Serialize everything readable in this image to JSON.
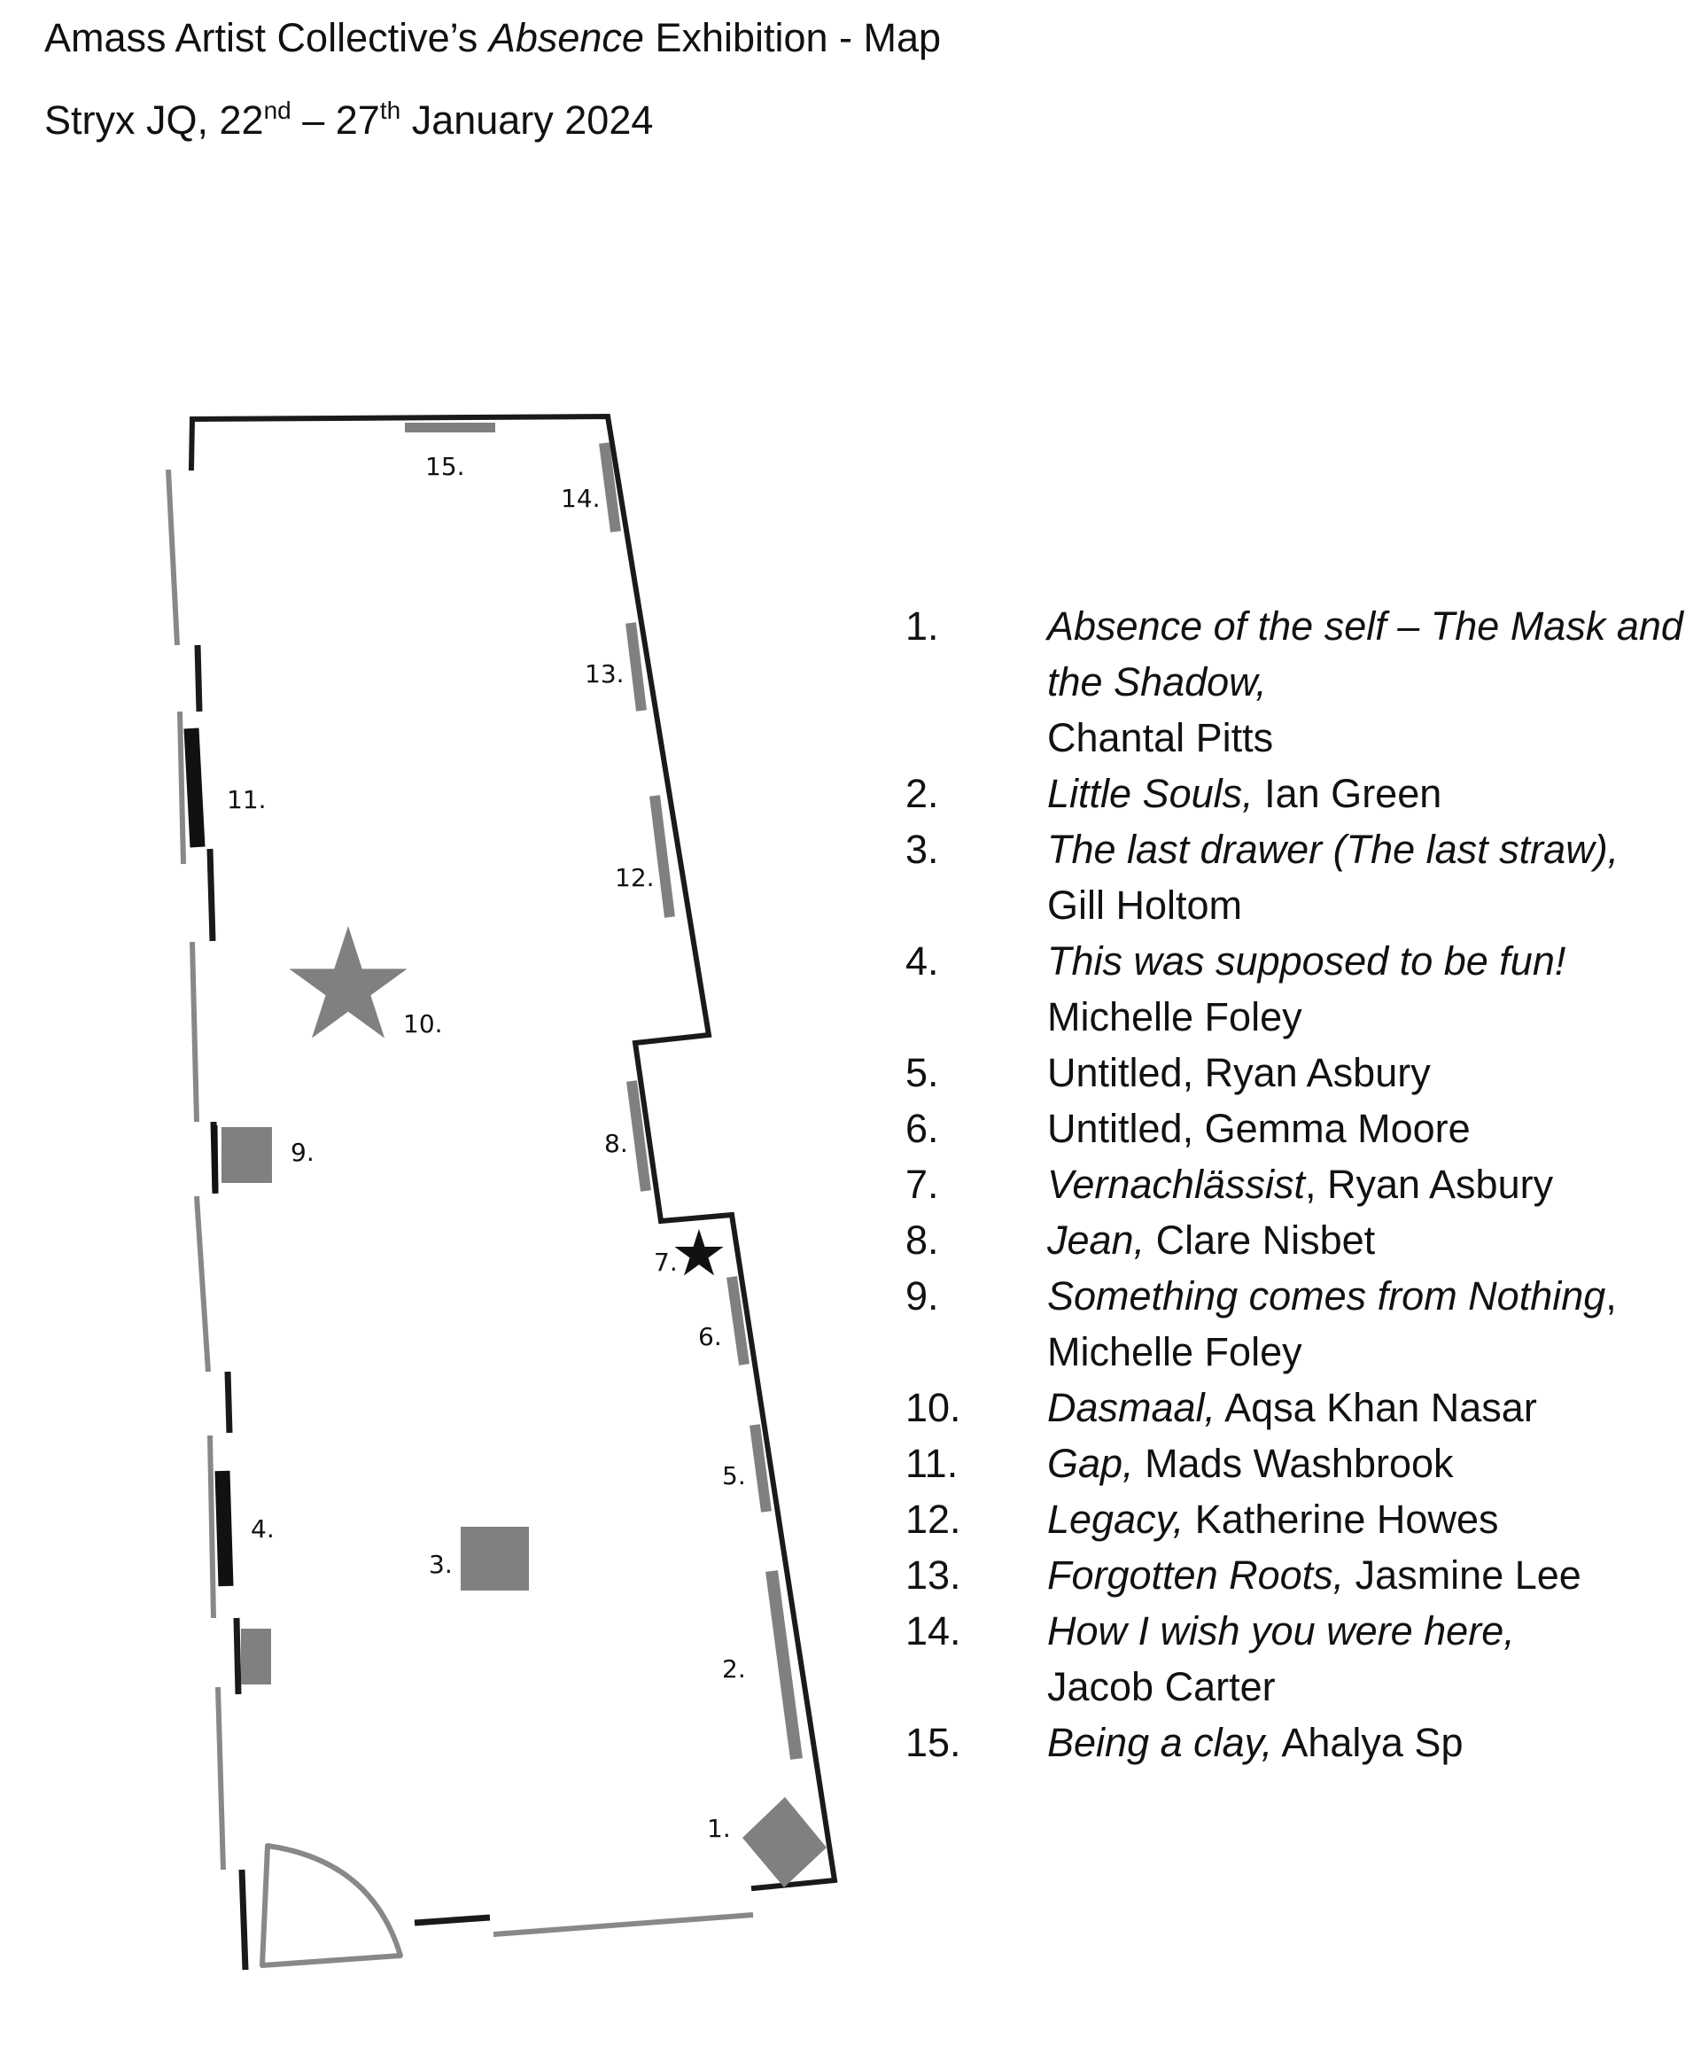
{
  "header": {
    "title_pre": "Amass Artist Collective’s ",
    "title_em": "Absence",
    "title_post": " Exhibition - Map",
    "venue": "Stryx JQ, 22",
    "start_suffix": "nd",
    "range_dash": " – 27",
    "end_suffix": "th",
    "month_year": " January 2024"
  },
  "map": {
    "colors": {
      "wall": "#1a1a1a",
      "window": "#888888",
      "artwork_grey": "#808080",
      "artwork_black": "#111111"
    },
    "markers": {
      "large_star": "star-icon",
      "small_star": "star-icon",
      "door": "door-swing-icon"
    },
    "labels": {
      "l1": "1.",
      "l2": "2.",
      "l3": "3.",
      "l4": "4.",
      "l5": "5.",
      "l6": "6.",
      "l7": "7.",
      "l8": "8.",
      "l9": "9.",
      "l10": "10.",
      "l11": "11.",
      "l12": "12.",
      "l13": "13.",
      "l14": "14.",
      "l15": "15."
    }
  },
  "legend": {
    "items": [
      {
        "num": "1.",
        "title": "Absence of the self – The Mask and the Shadow,",
        "artist": "Chantal Pitts"
      },
      {
        "num": "2.",
        "title": "Little Souls,",
        "artist": " Ian Green"
      },
      {
        "num": "3.",
        "title": "The last drawer (The last straw),",
        "artist": " Gill Holtom"
      },
      {
        "num": "4.",
        "title": "This was supposed to be fun!",
        "artist": "Michelle Foley"
      },
      {
        "num": "5.",
        "title": "",
        "artist": "Untitled, Ryan Asbury"
      },
      {
        "num": "6.",
        "title": "",
        "artist": "Untitled, Gemma Moore"
      },
      {
        "num": "7.",
        "title": "Vernachlässist",
        "artist": ", Ryan Asbury"
      },
      {
        "num": "8.",
        "title": "Jean,",
        "artist": " Clare Nisbet"
      },
      {
        "num": "9.",
        "title": "Something comes from Nothing",
        "artist": ", Michelle Foley"
      },
      {
        "num": "10.",
        "title": "Dasmaal,",
        "artist": " Aqsa Khan Nasar"
      },
      {
        "num": "11.",
        "title": "Gap,",
        "artist": " Mads Washbrook"
      },
      {
        "num": "12.",
        "title": "Legacy,",
        "artist": " Katherine Howes"
      },
      {
        "num": "13.",
        "title": "Forgotten Roots,",
        "artist": " Jasmine Lee"
      },
      {
        "num": "14.",
        "title": "How I wish you were here,",
        "artist": "Jacob Carter"
      },
      {
        "num": "15.",
        "title": "Being a clay,",
        "artist": " Ahalya Sp"
      }
    ]
  }
}
